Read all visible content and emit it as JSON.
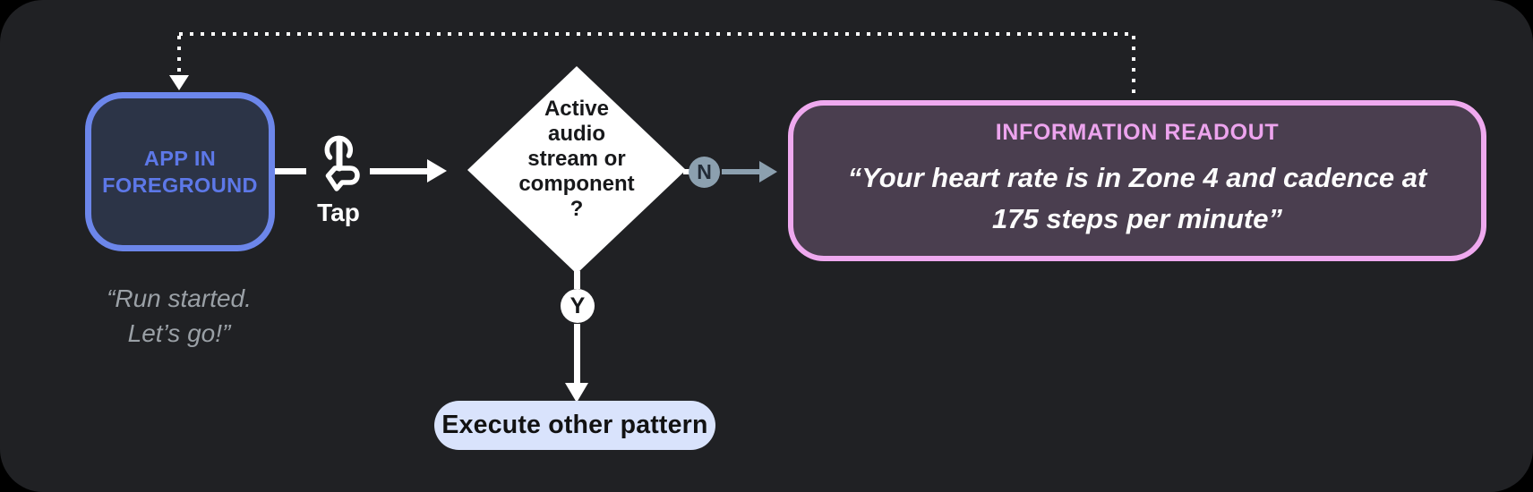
{
  "app_node": {
    "label": "APP IN FOREGROUND",
    "quote_line1": "“Run started.",
    "quote_line2": "Let’s go!”"
  },
  "tap": {
    "label": "Tap",
    "icon": "tap-gesture-icon"
  },
  "decision": {
    "lines": [
      "Active",
      "audio",
      "stream or",
      "component",
      "?"
    ]
  },
  "branches": {
    "no_label": "N",
    "yes_label": "Y"
  },
  "readout": {
    "title": "INFORMATION READOUT",
    "quote_line1": "“Your heart rate is in Zone 4 and cadence at",
    "quote_line2": "175 steps per minute”"
  },
  "action": {
    "label": "Execute other pattern"
  },
  "colors": {
    "canvas_bg": "#202124",
    "app_border": "#6c86ea",
    "app_fill": "#2c3447",
    "app_text": "#5d78e8",
    "quote_text": "#9aa0a6",
    "connector_white": "#ffffff",
    "no_branch_gray": "#8ca0af",
    "readout_border": "#efa9ef",
    "readout_fill": "#4a3e4f",
    "readout_title": "#eda4ee",
    "action_bg": "#d9e3fc",
    "action_text": "#121212"
  }
}
